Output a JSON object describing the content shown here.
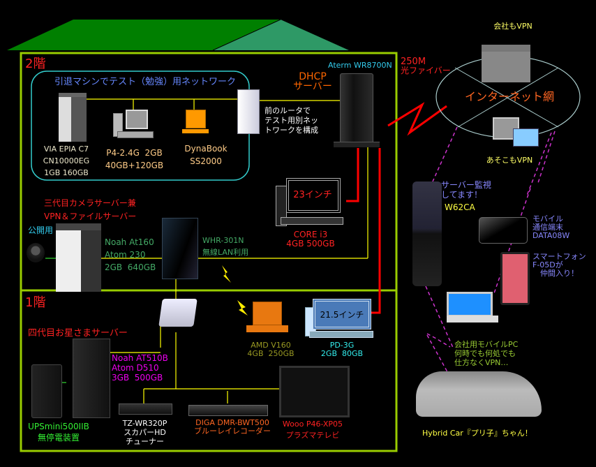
{
  "colors": {
    "roof_dark": "#007f00",
    "roof_light": "#2e9966",
    "house_border": "#99cc00",
    "lan_line": "#ffff00",
    "wan_line": "#ff0000",
    "wireless_line": "#cc33cc",
    "test_network_border": "#33cccc",
    "internet_ellipse": "#aacccc"
  },
  "floors": {
    "second": {
      "label": "2階",
      "test_network": {
        "title": "引退マシンでテスト（勉強）用ネットワーク",
        "devices": [
          {
            "lines": [
              "VIA EPIA C7",
              "CN10000EG",
              "1GB 160GB"
            ]
          },
          {
            "lines": [
              "P4-2.4G  2GB",
              "40GB+120GB"
            ]
          },
          {
            "lines": [
              "DynaBook",
              "SS2000"
            ]
          }
        ],
        "router_note": [
          "前のルータで",
          "テスト用別ネッ",
          "トワークを構成"
        ]
      },
      "main_router": {
        "model": "Aterm WR8700N",
        "role": [
          "DHCP",
          "サーバー"
        ]
      },
      "desktop": {
        "screen": "23インチ",
        "lines": [
          "CORE i3",
          "4GB 500GB"
        ]
      },
      "camera_server": {
        "title": [
          "三代目カメラサーバー兼",
          "VPN＆ファイルサーバー"
        ],
        "camera_label": "公開用",
        "specs": [
          "Noah At160",
          "Atom 230",
          "2GB  640GB"
        ]
      },
      "wifi_router": {
        "lines": [
          "WHR-301N",
          "無線LAN利用"
        ]
      }
    },
    "first": {
      "label": "1階",
      "star_server": {
        "title": "四代目お星さまサーバー",
        "specs": [
          "Noah AT510B",
          "Atom D510",
          "3GB  500GB"
        ]
      },
      "ups": {
        "lines": [
          "UPSmini500IIB",
          "無停電装置"
        ]
      },
      "laptop": {
        "lines": [
          "AMD V160",
          "4GB  250GB"
        ]
      },
      "desktop": {
        "screen": "21.5インチ",
        "lines": [
          "PD-3G",
          "2GB  80GB"
        ]
      },
      "tuner": {
        "lines": [
          "TZ-WR320P",
          "スカパーHD",
          "チューナー"
        ]
      },
      "recorder": {
        "lines": [
          "DIGA DMR-BWT500",
          "ブルーレイレコーダー"
        ]
      },
      "tv": {
        "lines": [
          "Wooo P46-XP05",
          "プラズマテレビ"
        ]
      }
    }
  },
  "wan": {
    "lines": [
      "250M",
      "光ファイバー"
    ]
  },
  "internet": {
    "label": "インターネット網",
    "office": "会社もVPN",
    "anywhere": "あそこもVPN"
  },
  "mobile": {
    "phone": {
      "lines": [
        "サーバー監視",
        "してます！"
      ],
      "model": "W62CA"
    },
    "data_card": {
      "lines": [
        "モバイル",
        "通信端末",
        "DATA08W"
      ]
    },
    "smartphone": {
      "lines": [
        "スマートフォン",
        "F-05Dが",
        "　仲間入り！"
      ]
    },
    "company_pc": {
      "lines": [
        "会社用モバイルPC",
        "何時でも何処でも",
        "仕方なくVPN…"
      ]
    },
    "car": "Hybrid Car『プリ子』ちゃん！"
  }
}
